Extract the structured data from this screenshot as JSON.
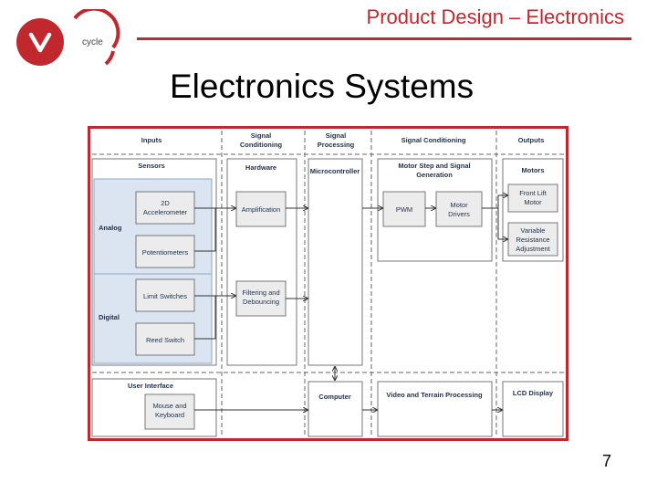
{
  "header": {
    "title": "Product Design – Electronics"
  },
  "logo": {
    "letter": "v",
    "word": "cycle",
    "color": "#c0282d"
  },
  "slide": {
    "title": "Electronics Systems",
    "page_number": "7"
  },
  "diagram": {
    "border_color": "#c0282d",
    "columns": {
      "inputs": "Inputs",
      "signal_conditioning_1": [
        "Signal",
        "Conditioning"
      ],
      "signal_processing": [
        "Signal",
        "Processing"
      ],
      "signal_conditioning_2": "Signal Conditioning",
      "outputs": "Outputs"
    },
    "sections": {
      "sensors": "Sensors",
      "hardware": "Hardware",
      "microcontroller": "Microcontroller",
      "motor_step": [
        "Motor Step and Signal",
        "Generation"
      ],
      "motors": "Motors",
      "analog": "Analog",
      "digital": "Digital",
      "user_interface": "User Interface",
      "computer": "Computer",
      "video_terrain": "Video and Terrain Processing",
      "lcd_display": "LCD Display"
    },
    "boxes": {
      "accelerometer": [
        "2D",
        "Accelerometer"
      ],
      "potentiometers": "Potentiometers",
      "limit_switches": "Limit Switches",
      "reed_switch": "Reed Switch",
      "amplification": "Amplification",
      "filtering": [
        "Filtering and",
        "Debouncing"
      ],
      "pwm": "PWM",
      "motor_drivers": [
        "Motor",
        "Drivers"
      ],
      "front_lift_motor": [
        "Front Lift",
        "Motor"
      ],
      "variable_resistance": [
        "Variable",
        "Resistance",
        "Adjustment"
      ],
      "mouse_keyboard": [
        "Mouse and",
        "Keyboard"
      ]
    }
  }
}
